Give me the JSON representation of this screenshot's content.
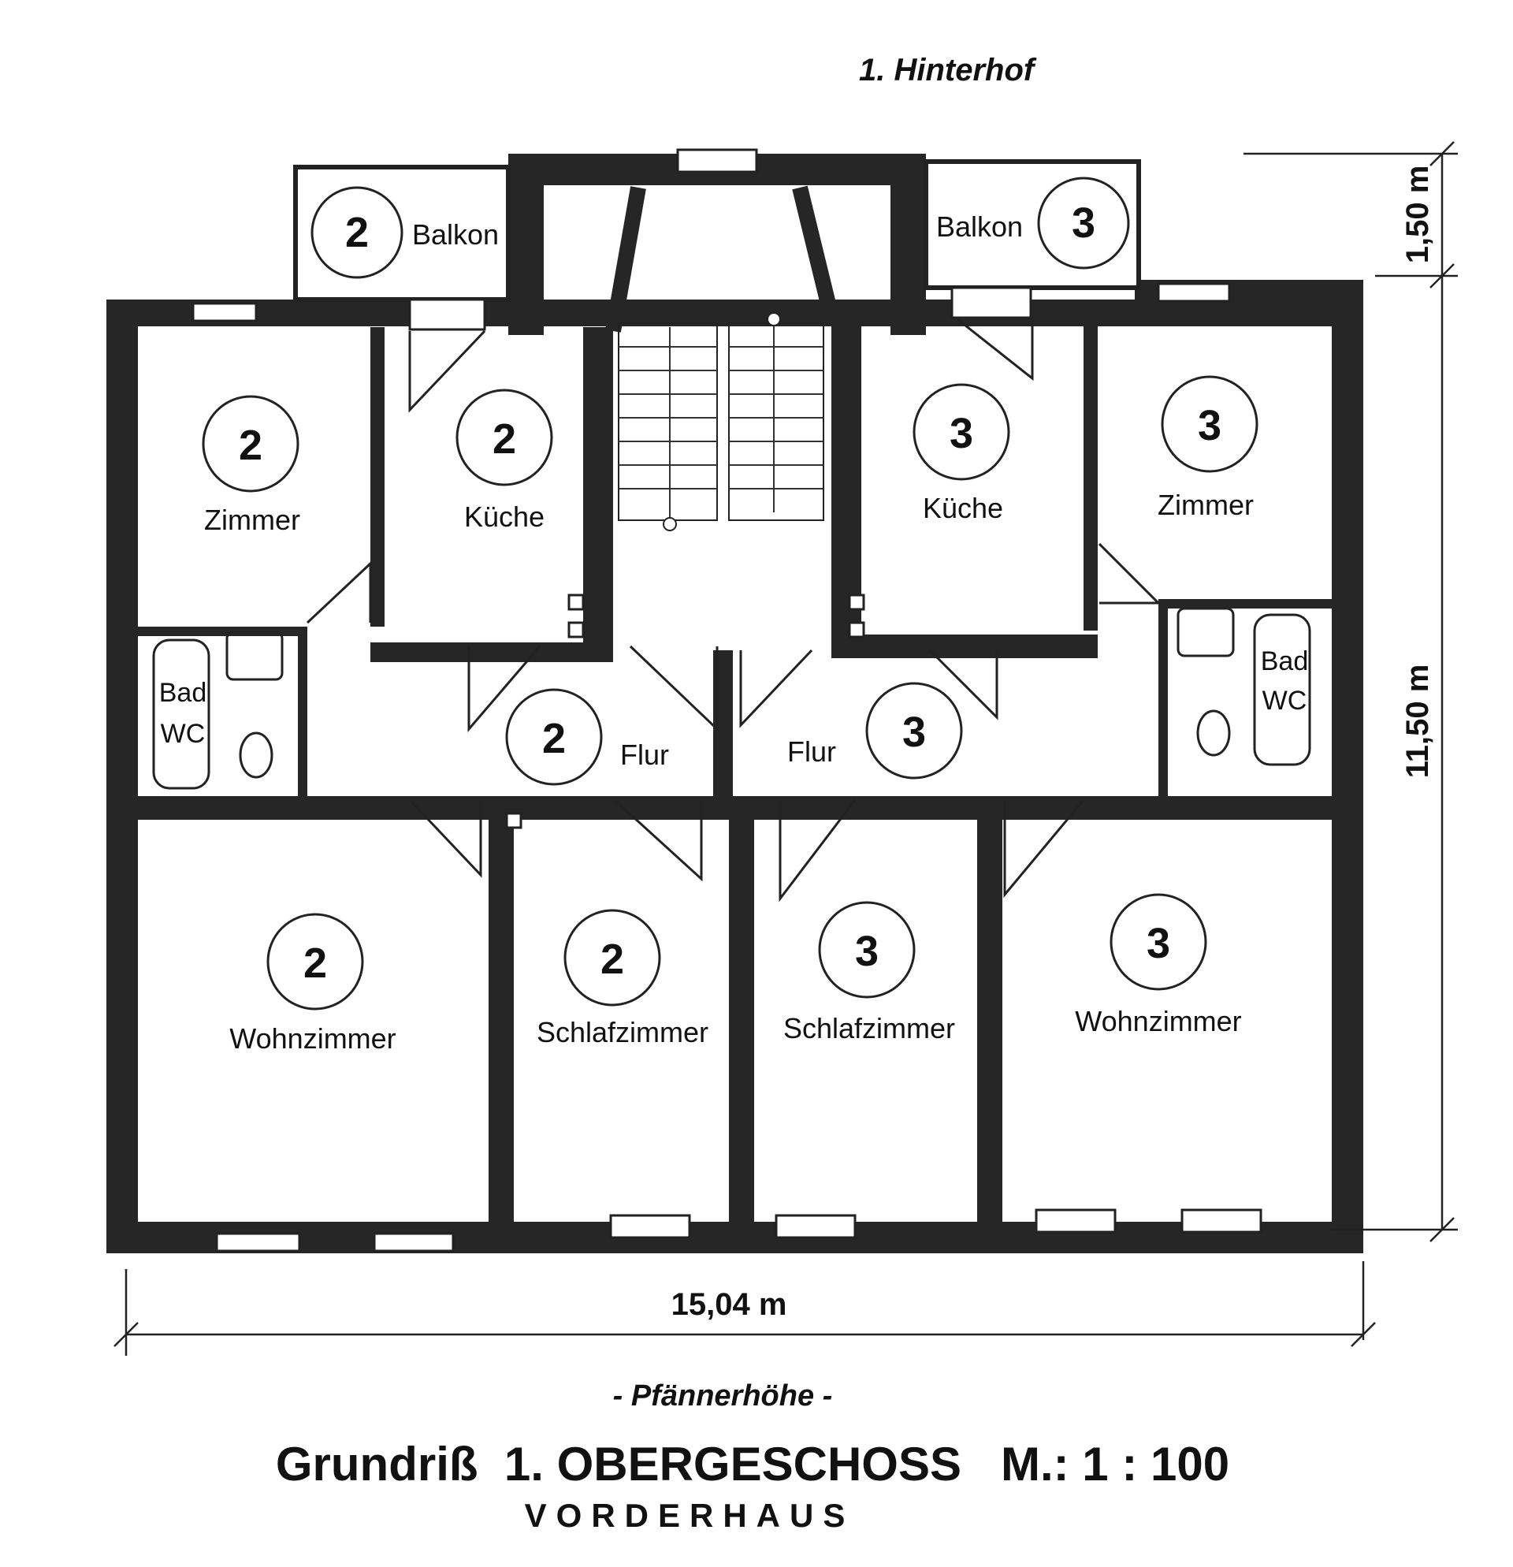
{
  "header": {
    "courtyard": "1. Hinterhof"
  },
  "left_unit": {
    "number": "2",
    "balcony": "Balkon",
    "room": "Zimmer",
    "kitchen": "Küche",
    "bath_line1": "Bad",
    "bath_line2": "WC",
    "hall": "Flur",
    "living": "Wohnzimmer",
    "bedroom": "Schlafzimmer"
  },
  "right_unit": {
    "number": "3",
    "balcony": "Balkon",
    "room": "Zimmer",
    "kitchen": "Küche",
    "bath_line1": "Bad",
    "bath_line2": "WC",
    "hall": "Flur",
    "living": "Wohnzimmer",
    "bedroom": "Schlafzimmer"
  },
  "dimensions": {
    "width": "15,04 m",
    "depth": "11,50 m",
    "balcony_depth": "1,50 m"
  },
  "footer": {
    "street": "- Pfännerhöhe -",
    "title": "Grundriß  1. OBERGESCHOSS   M.: 1 : 100",
    "subtitle": "VORDERHAUS"
  }
}
